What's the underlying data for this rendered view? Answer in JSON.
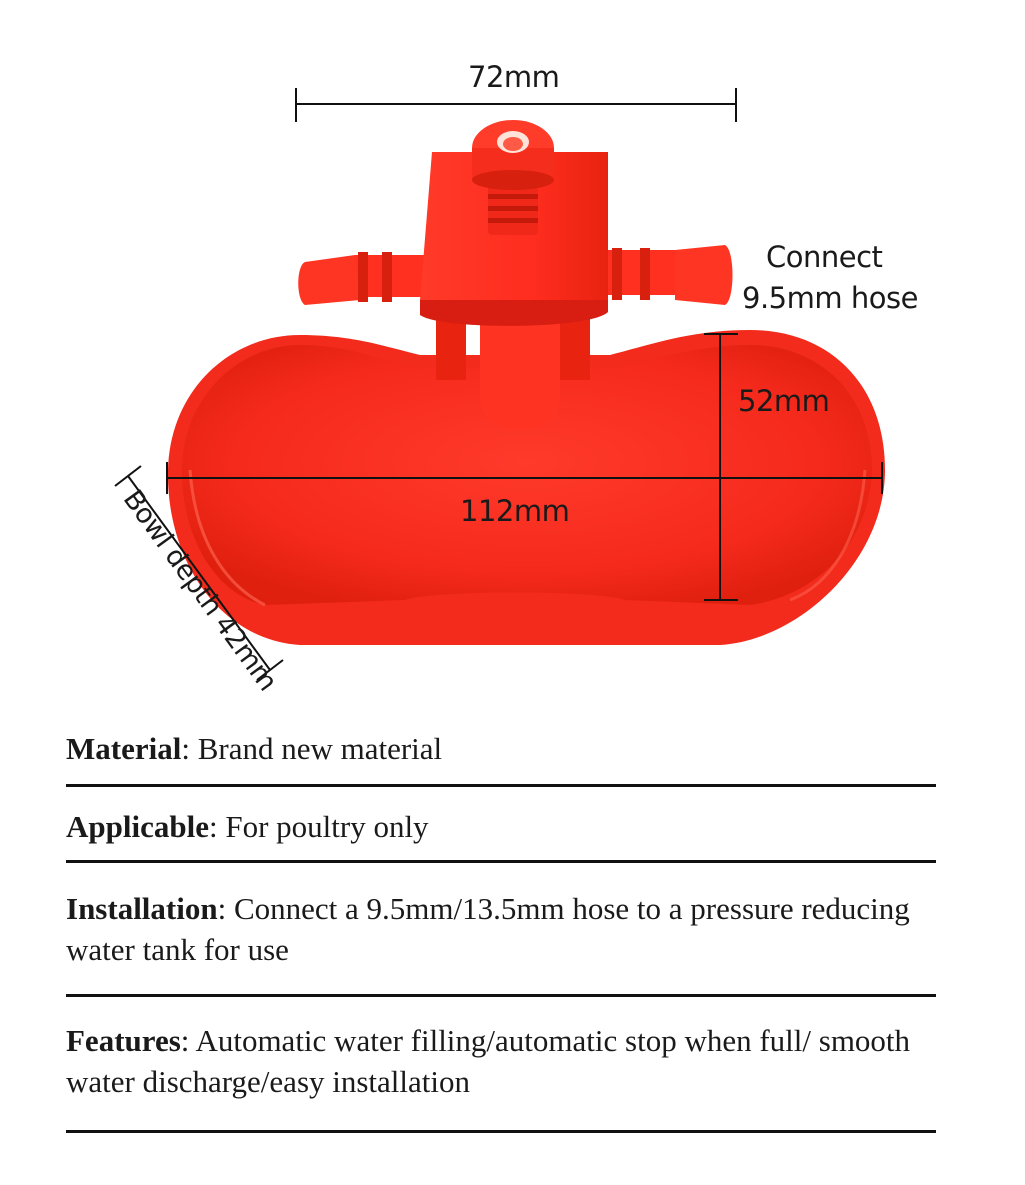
{
  "dimensions": {
    "width_label": "72mm",
    "hose_label_line1": "Connect",
    "hose_label_line2": "9.5mm hose",
    "height_label": "52mm",
    "length_label": "112mm",
    "depth_label": "Bowl depth 42mm"
  },
  "specs": [
    {
      "label": "Material",
      "text": ": Brand new material"
    },
    {
      "label": "Applicable",
      "text": ": For poultry only"
    },
    {
      "label": "Installation",
      "text": ": Connect a 9.5mm/13.5mm hose to a pressure reducing water tank for use"
    },
    {
      "label": "Features",
      "text": ": Automatic water filling/automatic stop when full/ smooth water discharge/easy installation"
    }
  ],
  "colors": {
    "product_red": "#ff2d1f",
    "product_dark_red": "#d81e12",
    "text": "#1a1a1a"
  }
}
